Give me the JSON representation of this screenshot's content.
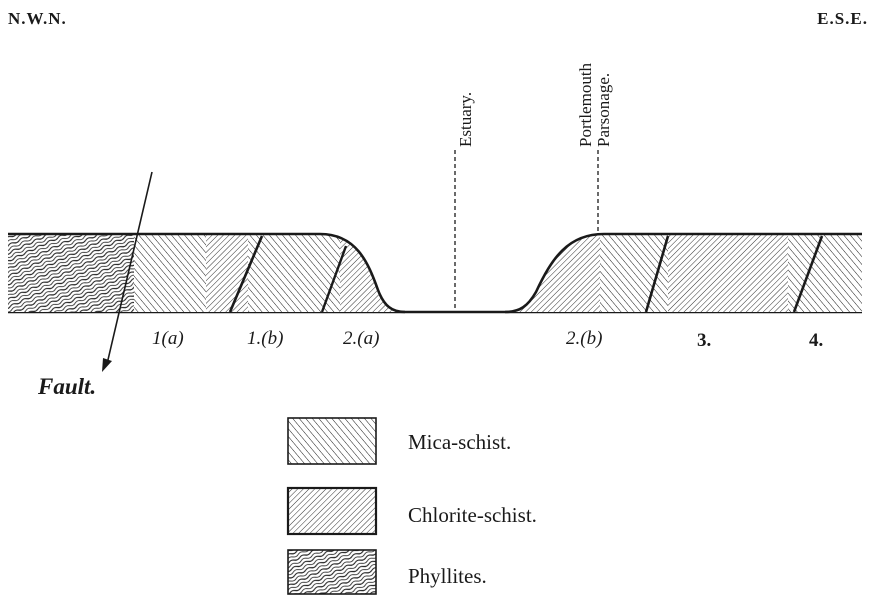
{
  "figure": {
    "direction_left": "N.W.N.",
    "direction_right": "E.S.E.",
    "places": [
      {
        "id": "estuary",
        "label": "Estuary."
      },
      {
        "id": "parsonage",
        "line1": "Portlemouth",
        "line2": "Parsonage."
      }
    ],
    "beds": [
      {
        "id": "1a",
        "label": "1(a)"
      },
      {
        "id": "1b",
        "label": "1.(b)"
      },
      {
        "id": "2a",
        "label": "2.(a)"
      },
      {
        "id": "2b",
        "label": "2.(b)"
      },
      {
        "id": "3",
        "label": "3."
      },
      {
        "id": "4",
        "label": "4."
      }
    ],
    "fault_label": "Fault.",
    "legend": [
      {
        "id": "mica",
        "label": "Mica-schist."
      },
      {
        "id": "chlorite",
        "label": "Chlorite-schist."
      },
      {
        "id": "phyllite",
        "label": "Phyllites."
      }
    ],
    "colors": {
      "ink": "#1a1a1a",
      "paper": "#ffffff"
    }
  }
}
